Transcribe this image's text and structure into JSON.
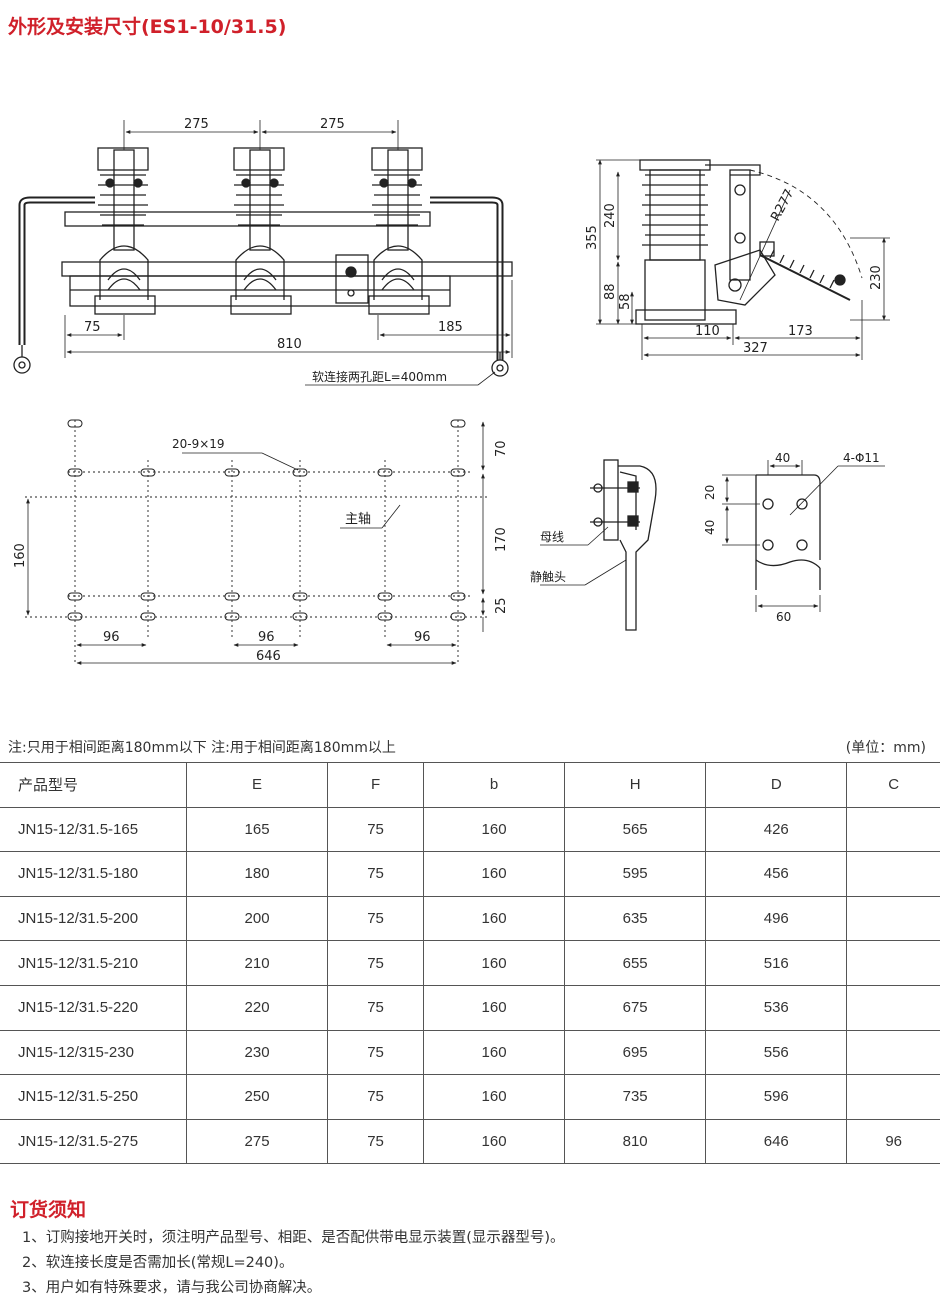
{
  "title": "外形及安装尺寸(ES1-10/31.5)",
  "drawing": {
    "front_view": {
      "dim_pitch_1": "275",
      "dim_pitch_2": "275",
      "dim_left": "75",
      "dim_right": "185",
      "dim_total": "810",
      "flex_note": "软连接两孔距L=400mm"
    },
    "side_view": {
      "dim_355": "355",
      "dim_240": "240",
      "dim_88": "88",
      "dim_58": "58",
      "dim_radius": "R277",
      "dim_230": "230",
      "dim_110": "110",
      "dim_173": "173",
      "dim_327": "327"
    },
    "plan_view": {
      "slot_label": "20-9×19",
      "shaft_label": "主轴",
      "dim_70": "70",
      "dim_170": "170",
      "dim_25": "25",
      "dim_160": "160",
      "dim_96a": "96",
      "dim_96b": "96",
      "dim_96c": "96",
      "dim_646": "646"
    },
    "busbar_view": {
      "busbar_label": "母线",
      "contact_label": "静触头"
    },
    "terminal_view": {
      "holes_label": "4-Φ11",
      "dim_40_top": "40",
      "dim_20": "20",
      "dim_40_side": "40",
      "dim_60": "60"
    }
  },
  "notes": "注:只用于相间距离180mm以下   注:用于相间距离180mm以上",
  "unit": "(单位：mm)",
  "table": {
    "headers": [
      "产品型号",
      "E",
      "F",
      "b",
      "H",
      "D",
      "C"
    ],
    "rows": [
      [
        "JN15-12/31.5-165",
        "165",
        "75",
        "160",
        "565",
        "426",
        ""
      ],
      [
        "JN15-12/31.5-180",
        "180",
        "75",
        "160",
        "595",
        "456",
        ""
      ],
      [
        "JN15-12/31.5-200",
        "200",
        "75",
        "160",
        "635",
        "496",
        ""
      ],
      [
        "JN15-12/31.5-210",
        "210",
        "75",
        "160",
        "655",
        "516",
        ""
      ],
      [
        "JN15-12/31.5-220",
        "220",
        "75",
        "160",
        "675",
        "536",
        ""
      ],
      [
        "JN15-12/315-230",
        "230",
        "75",
        "160",
        "695",
        "556",
        ""
      ],
      [
        "JN15-12/31.5-250",
        "250",
        "75",
        "160",
        "735",
        "596",
        ""
      ],
      [
        "JN15-12/31.5-275",
        "275",
        "75",
        "160",
        "810",
        "646",
        "96"
      ]
    ]
  },
  "order": {
    "title": "订货须知",
    "items": [
      "1、订购接地开关时，须注明产品型号、相距、是否配供带电显示装置(显示器型号)。",
      "2、软连接长度是否需加长(常规L=240)。",
      "3、用户如有特殊要求，请与我公司协商解决。"
    ]
  }
}
